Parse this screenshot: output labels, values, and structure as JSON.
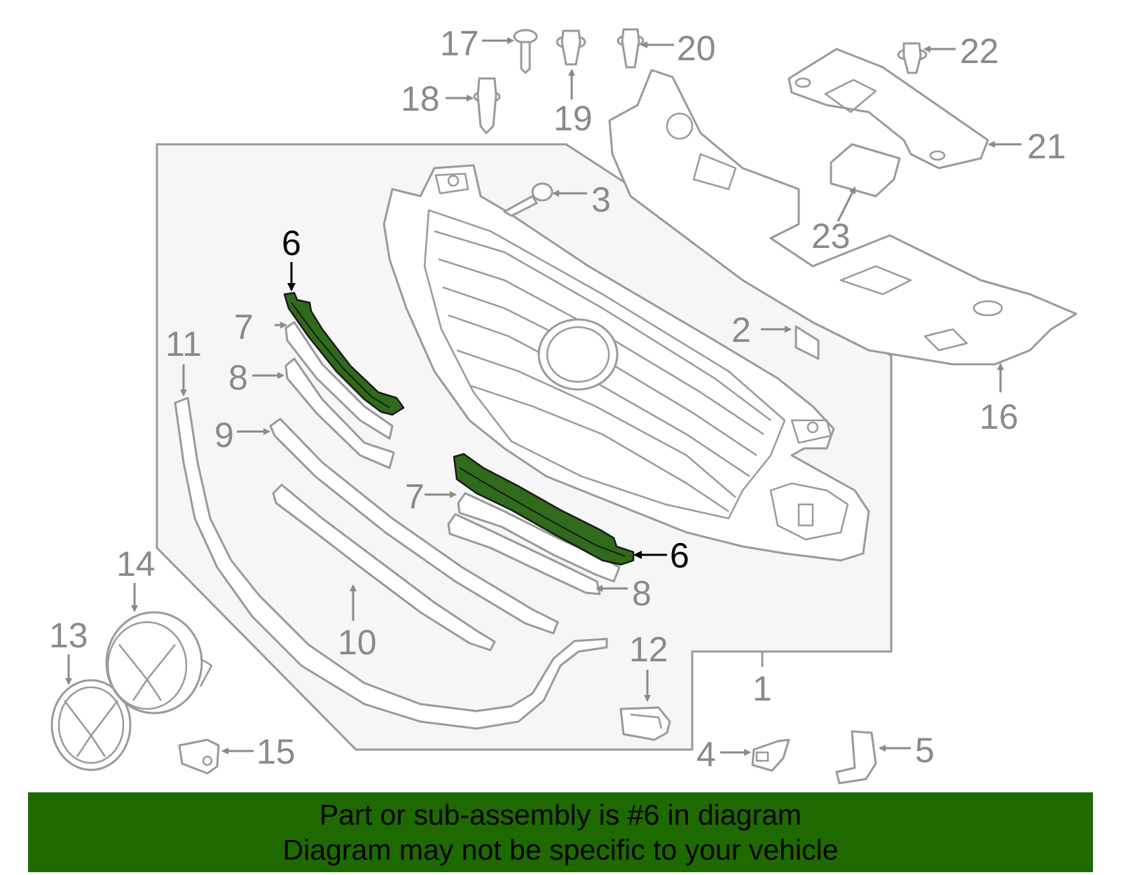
{
  "diagram": {
    "highlight_color": "#2f6b1a",
    "line_color": "#9a9a9a",
    "callouts": {
      "c1": "1",
      "c2": "2",
      "c3": "3",
      "c4": "4",
      "c5": "5",
      "c6a": "6",
      "c6b": "6",
      "c7a": "7",
      "c7b": "7",
      "c8a": "8",
      "c8b": "8",
      "c9": "9",
      "c10": "10",
      "c11": "11",
      "c12": "12",
      "c13": "13",
      "c14": "14",
      "c15": "15",
      "c16": "16",
      "c17": "17",
      "c18": "18",
      "c19": "19",
      "c20": "20",
      "c21": "21",
      "c22": "22",
      "c23": "23"
    }
  },
  "banner": {
    "color": "#1e6a00",
    "line1": "Part or sub-assembly is #6 in diagram",
    "line2": "Diagram may not be specific to your vehicle"
  }
}
